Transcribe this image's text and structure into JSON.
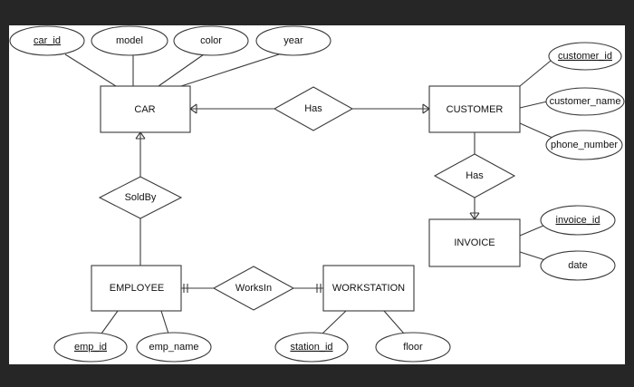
{
  "diagram": {
    "entities": {
      "car": "CAR",
      "customer": "CUSTOMER",
      "invoice": "INVOICE",
      "employee": "EMPLOYEE",
      "workstation": "WORKSTATION"
    },
    "relationships": {
      "car_customer": "Has",
      "customer_invoice": "Has",
      "car_employee": "SoldBy",
      "employee_workstation": "WorksIn"
    },
    "attributes": {
      "car_id": "car_id",
      "model": "model",
      "color": "color",
      "year": "year",
      "customer_id": "customer_id",
      "customer_name": "customer_name",
      "phone_number": "phone_number",
      "invoice_id": "invoice_id",
      "date": "date",
      "emp_id": "emp_id",
      "emp_name": "emp_name",
      "station_id": "station_id",
      "floor": "floor"
    }
  }
}
